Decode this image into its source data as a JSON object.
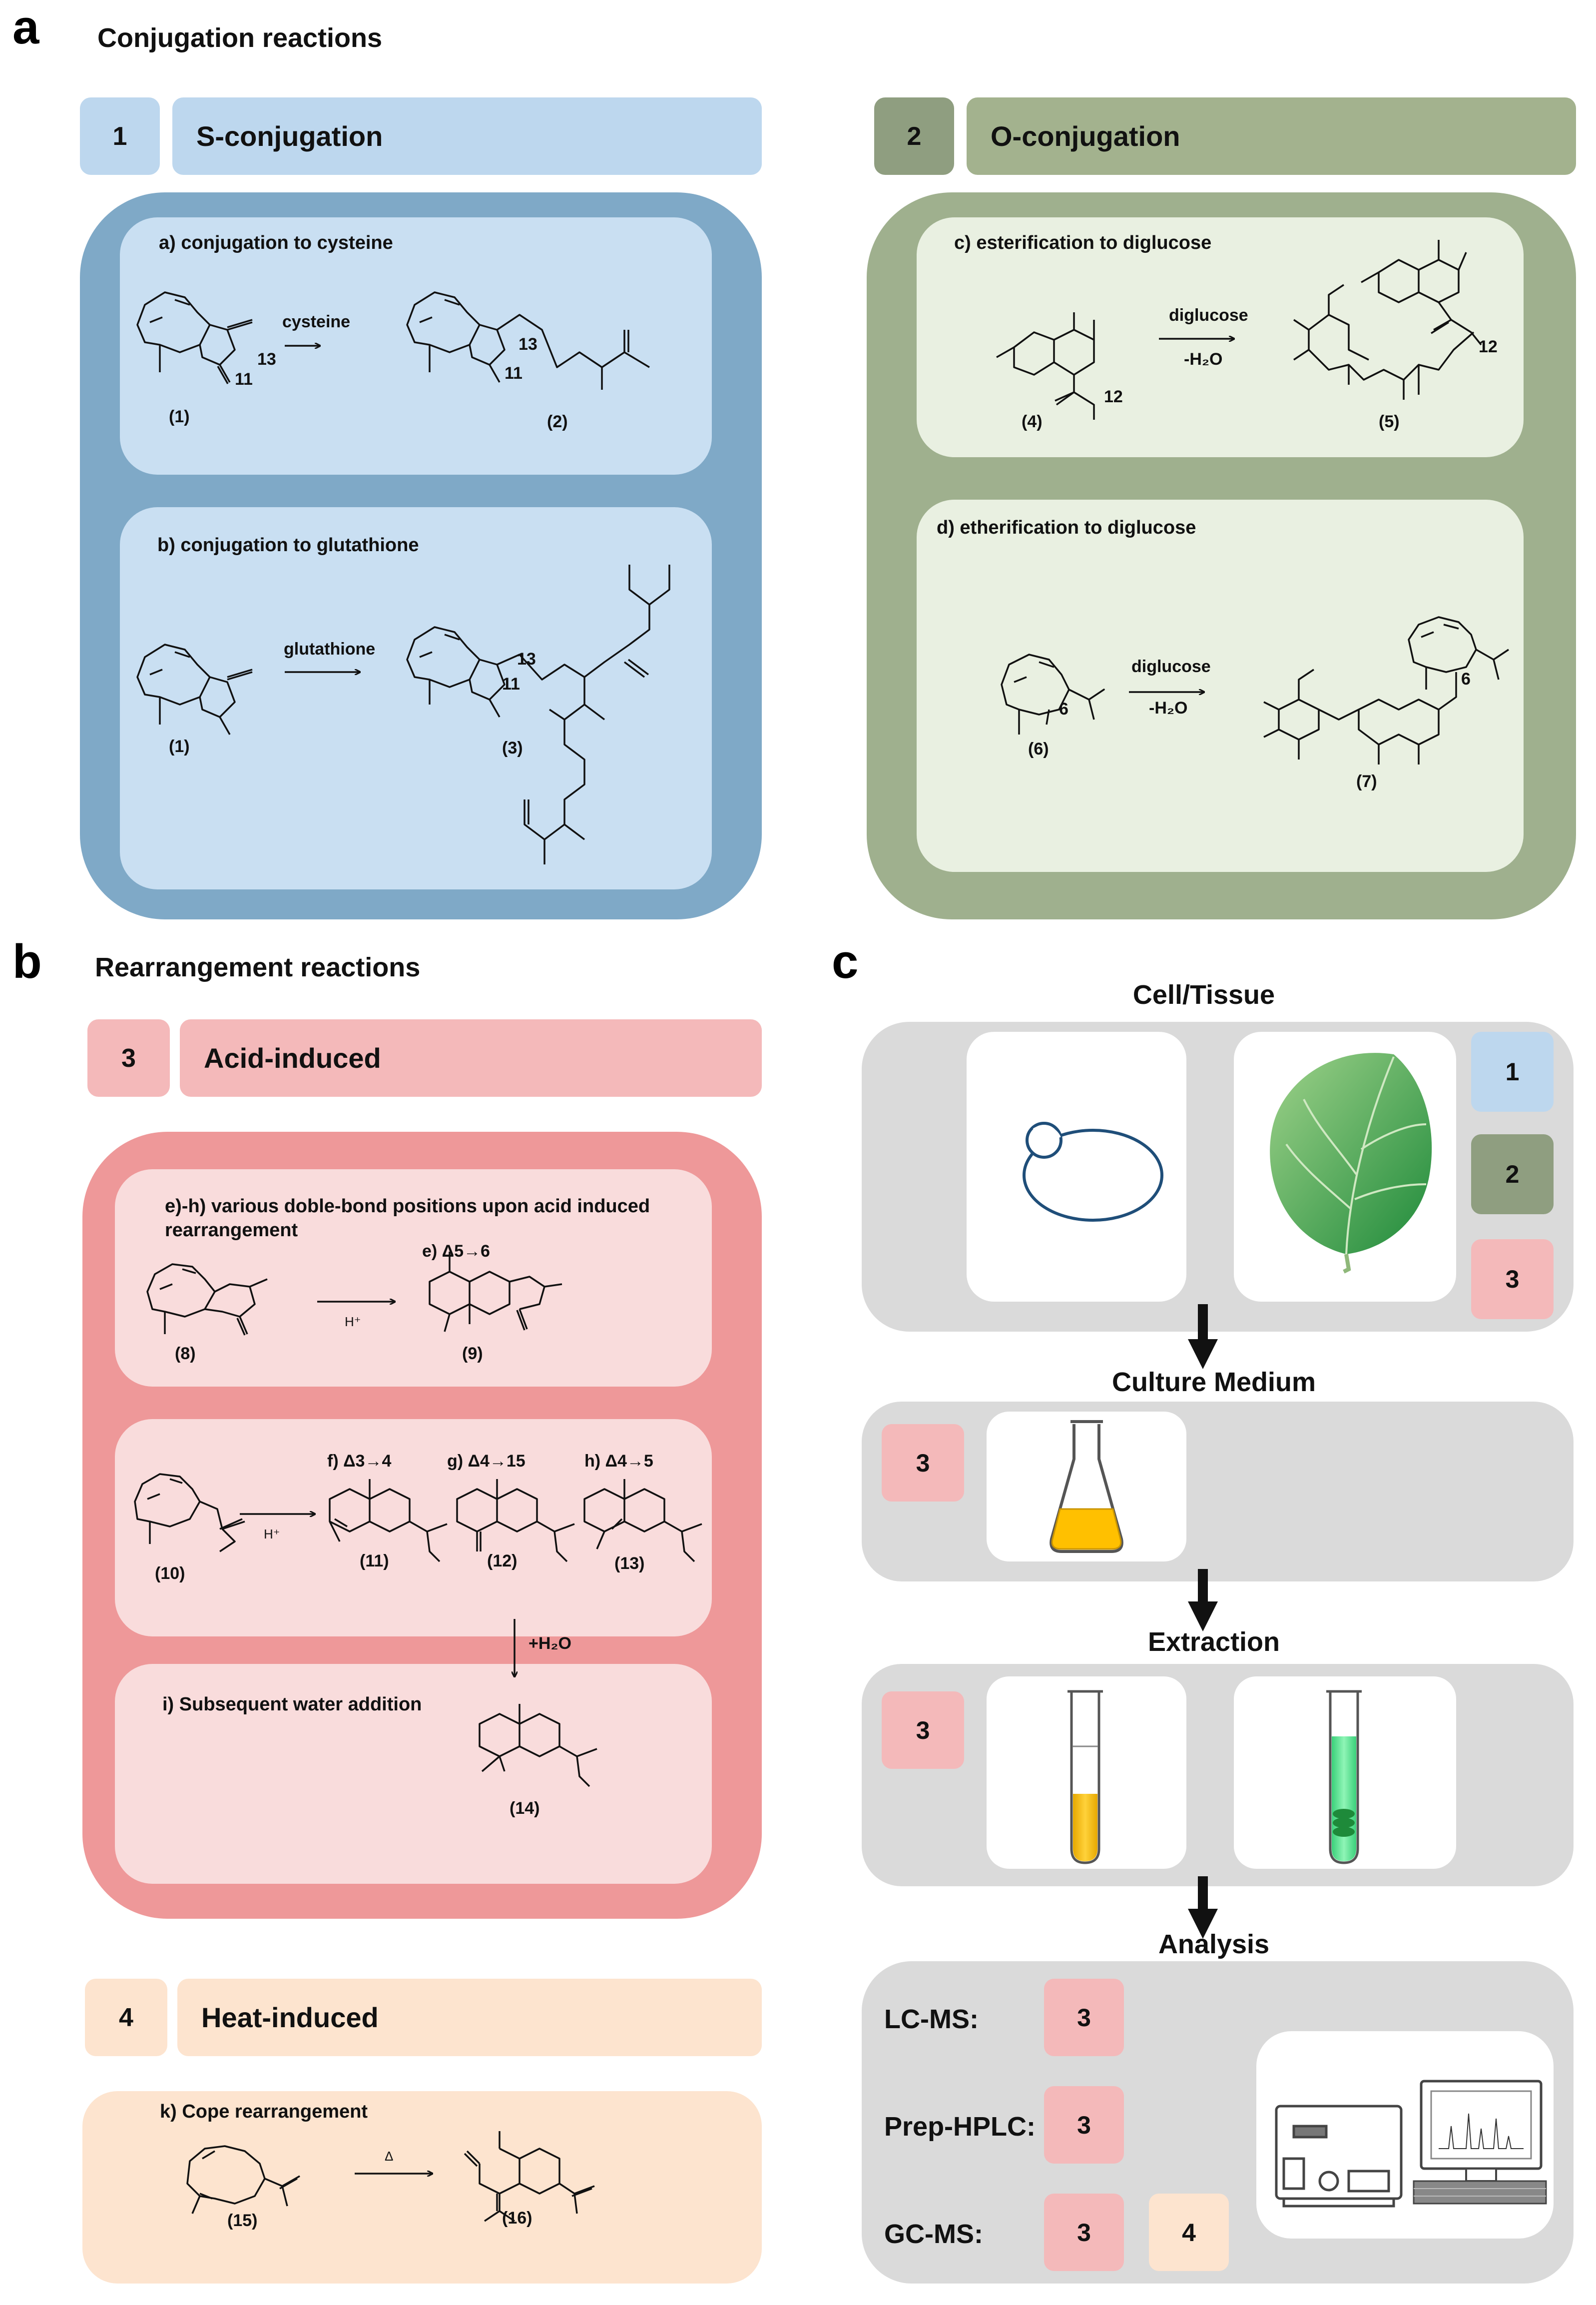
{
  "panel_a": {
    "letter": "a",
    "title": "Conjugation reactions",
    "s_conj": {
      "num": "1",
      "label": "S-conjugation"
    },
    "o_conj": {
      "num": "2",
      "label": "O-conjugation"
    },
    "box_a": {
      "title": "a) conjugation to cysteine",
      "reagent": "cysteine",
      "labels": [
        "(1)",
        "(2)"
      ],
      "atoms": [
        "13",
        "11",
        "11",
        "13"
      ]
    },
    "box_b": {
      "title": "b) conjugation to glutathione",
      "reagent": "glutathione",
      "labels": [
        "(1)",
        "(3)"
      ],
      "atoms": [
        "13",
        "11"
      ]
    },
    "box_c": {
      "title": "c) esterification to diglucose",
      "reagent": "diglucose",
      "reagent2": "-H₂O",
      "labels": [
        "(4)",
        "(5)"
      ],
      "atoms": [
        "12",
        "12"
      ]
    },
    "box_d": {
      "title": "d) etherification to diglucose",
      "reagent": "diglucose",
      "reagent2": "-H₂O",
      "labels": [
        "(6)",
        "(7)"
      ],
      "atoms": [
        "6",
        "6"
      ]
    }
  },
  "panel_b": {
    "letter": "b",
    "title": "Rearrangement reactions",
    "acid": {
      "num": "3",
      "label": "Acid-induced"
    },
    "heat": {
      "num": "4",
      "label": "Heat-induced"
    },
    "box_eh": {
      "title": "e)-h) various doble-bond positions upon acid induced rearrangement",
      "product": "e) Δ5→6",
      "reagent": "H⁺",
      "labels": [
        "(8)",
        "(9)"
      ]
    },
    "box_fgh": {
      "f": "f) Δ3→4",
      "g": "g) Δ4→15",
      "h": "h) Δ4→5",
      "reagent": "H⁺",
      "labels": [
        "(10)",
        "(11)",
        "(12)",
        "(13)"
      ],
      "water": "+H₂O"
    },
    "box_i": {
      "title": "i) Subsequent water addition",
      "labels": [
        "(14)"
      ]
    },
    "box_k": {
      "title": "k) Cope rearrangement",
      "reagent": "Δ",
      "labels": [
        "(15)",
        "(16)"
      ]
    }
  },
  "panel_c": {
    "letter": "c",
    "steps": [
      "Cell/Tissue",
      "Culture Medium",
      "Extraction",
      "Analysis"
    ],
    "cell_tags": [
      "1",
      "2",
      "3"
    ],
    "medium_tag": "3",
    "extraction_tag": "3",
    "analysis": [
      {
        "method": "LC-MS:",
        "tags": [
          "3"
        ]
      },
      {
        "method": "Prep-HPLC:",
        "tags": [
          "3"
        ]
      },
      {
        "method": "GC-MS:",
        "tags": [
          "3",
          "4"
        ]
      }
    ]
  },
  "colors": {
    "blue_light": "#bdd7ee",
    "blue_dark": "#7fa9c7",
    "blue_box": "#c9dff2",
    "green_dark": "#9fb08e",
    "green_hdr": "#a3b28e",
    "green_box": "#e9f0e1",
    "red_hdr": "#f4b9ba",
    "red_dark": "#ee9899",
    "red_box": "#f9dcdc",
    "peach": "#fde4cf",
    "grey": "#dadada",
    "tag_blue": "#bdd7ee",
    "tag_green": "#8f9e80",
    "tag_red": "#f4b9ba",
    "tag_peach": "#fde4cf"
  }
}
